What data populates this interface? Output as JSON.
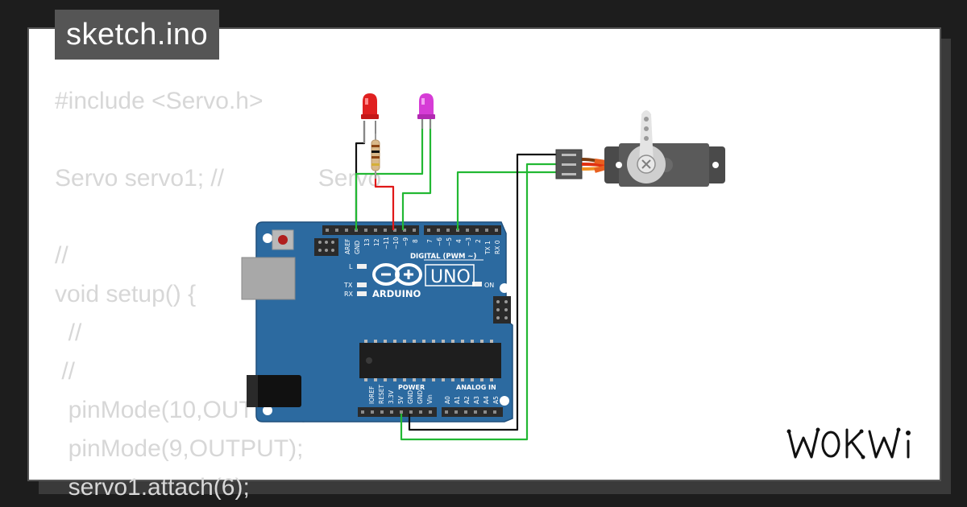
{
  "file": {
    "name": "sketch.ino"
  },
  "code_lines": [
    "#include <Servo.h>",
    "",
    "Servo servo1; //              Servo",
    "",
    "//",
    "void setup() {",
    "  //",
    " //",
    "  pinMode(10,OUTPUT);",
    "  pinMode(9,OUTPUT);",
    "  servo1.attach(6);"
  ],
  "board": {
    "model": "UNO",
    "brand": "ARDUINO",
    "digital_header_label": "DIGITAL (PWM ~)",
    "power_label": "POWER",
    "analog_label": "ANALOG IN",
    "on_label": "ON",
    "l_label": "L",
    "tx_label": "TX",
    "rx_label": "RX",
    "digital_pins": [
      "AREF",
      "GND",
      "13",
      "12",
      "~11",
      "~10",
      "~9",
      "8",
      "7",
      "~6",
      "~5",
      "4",
      "~3",
      "2",
      "TX 1",
      "RX 0"
    ],
    "power_pins": [
      "IOREF",
      "RESET",
      "3.3V",
      "5V",
      "GND",
      "GND",
      "Vin"
    ],
    "analog_pins": [
      "A0",
      "A1",
      "A2",
      "A3",
      "A4",
      "A5"
    ]
  },
  "components": {
    "led_1_color": "#e02020",
    "led_2_color": "#d63cd6"
  },
  "brand_logo": {
    "text": "WOKWI"
  },
  "colors": {
    "board_blue": "#2c6aa0",
    "wire_green": "#22b833",
    "wire_black": "#111111",
    "wire_red": "#e01818",
    "code_text": "#d7d7d7"
  }
}
